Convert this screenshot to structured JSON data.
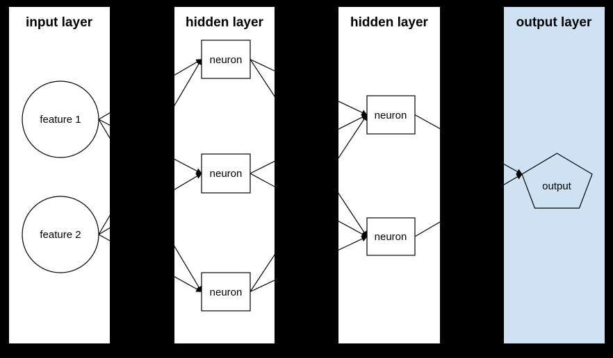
{
  "diagram": {
    "columns": [
      {
        "title": "input layer"
      },
      {
        "title": "hidden layer"
      },
      {
        "title": "hidden layer"
      },
      {
        "title": "output layer"
      }
    ],
    "nodes": {
      "feature1": {
        "label": "feature 1",
        "shape": "circle",
        "layer": "input layer"
      },
      "feature2": {
        "label": "feature 2",
        "shape": "circle",
        "layer": "input layer"
      },
      "h1n1": {
        "label": "neuron",
        "shape": "rect",
        "layer": "hidden layer 1"
      },
      "h1n2": {
        "label": "neuron",
        "shape": "rect",
        "layer": "hidden layer 1"
      },
      "h1n3": {
        "label": "neuron",
        "shape": "rect",
        "layer": "hidden layer 1"
      },
      "h2n1": {
        "label": "neuron",
        "shape": "rect",
        "layer": "hidden layer 2"
      },
      "h2n2": {
        "label": "neuron",
        "shape": "rect",
        "layer": "hidden layer 2"
      },
      "output": {
        "label": "output",
        "shape": "pentagon",
        "layer": "output layer"
      }
    },
    "edges": [
      "feature1->h1n1",
      "feature1->h1n2",
      "feature1->h1n3",
      "feature2->h1n1",
      "feature2->h1n2",
      "feature2->h1n3",
      "h1n1->h2n1",
      "h1n1->h2n2",
      "h1n2->h2n1",
      "h1n2->h2n2",
      "h1n3->h2n1",
      "h1n3->h2n2",
      "h2n1->output",
      "h2n2->output"
    ],
    "colors": {
      "background": "#000000",
      "layer_bg": "#ffffff",
      "output_layer_bg": "#cfe2f3",
      "line": "#000000",
      "text": "#000000"
    }
  }
}
